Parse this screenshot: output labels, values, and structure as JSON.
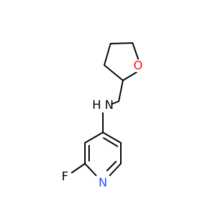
{
  "molecule": {
    "atoms": [
      {
        "id": "O1",
        "label": "O",
        "color": "#ff0d0d"
      },
      {
        "id": "N1",
        "label": "H N",
        "color": "#000000"
      },
      {
        "id": "F1",
        "label": "F",
        "color": "#000000"
      },
      {
        "id": "N2",
        "label": "N",
        "color": "#3050f8"
      }
    ],
    "bond_color": "#000000"
  }
}
